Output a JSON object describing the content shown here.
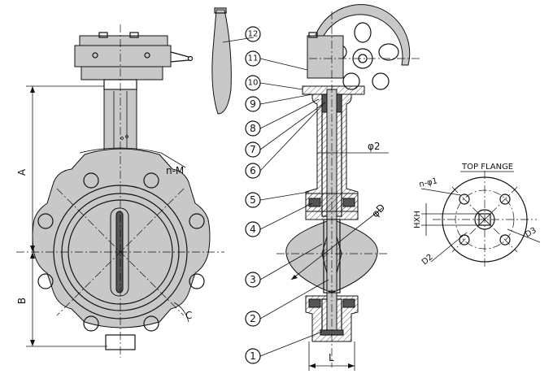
{
  "dims": {
    "A": "A",
    "B": "B",
    "C": "C",
    "nM": "n-M",
    "phi2": "φ2",
    "phiD": "φD",
    "L": "L",
    "HxH": "HXH",
    "nPhi1": "n-φ1",
    "D2": "D2",
    "D3": "D3"
  },
  "top_flange_title": "TOP FLANGE",
  "parts": [
    "1",
    "2",
    "3",
    "4",
    "5",
    "6",
    "7",
    "8",
    "9",
    "10",
    "11",
    "12"
  ]
}
